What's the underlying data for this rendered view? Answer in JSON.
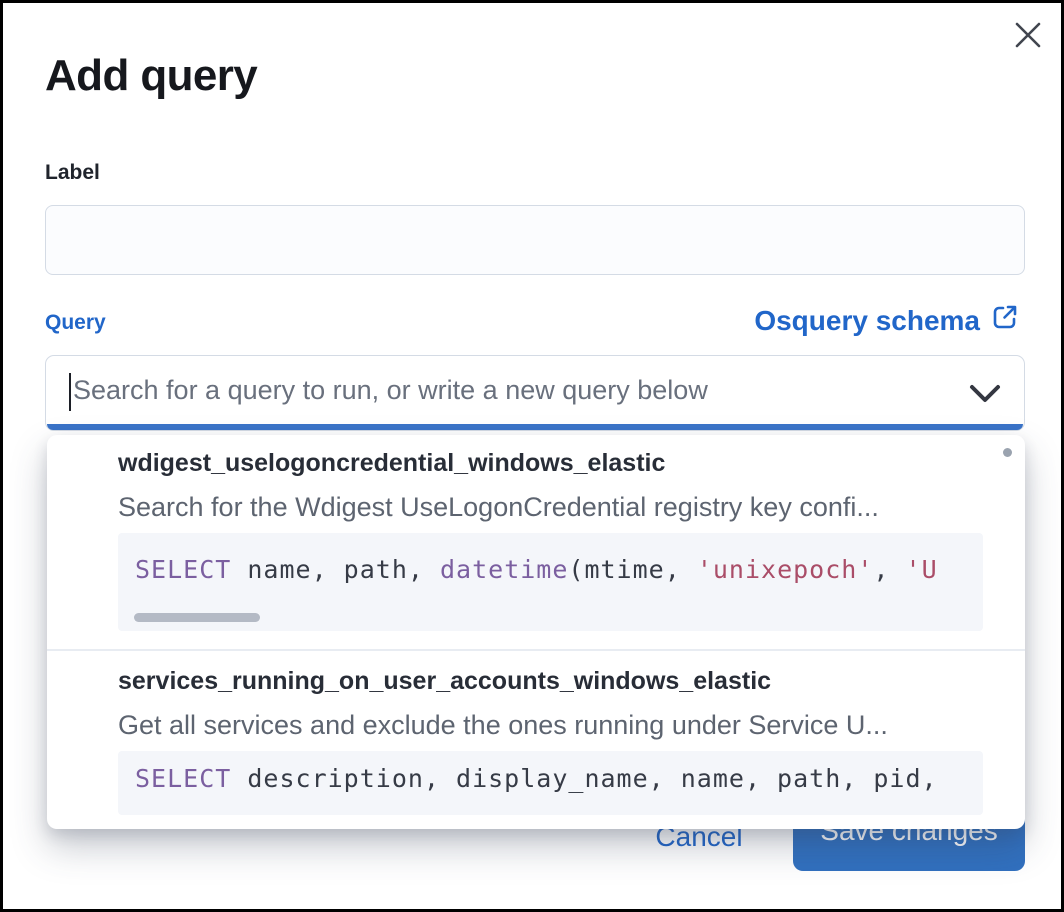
{
  "modal": {
    "title": "Add query"
  },
  "form": {
    "label_field": {
      "label": "Label",
      "value": ""
    },
    "query_field": {
      "label": "Query",
      "schema_link_label": "Osquery schema",
      "placeholder": "Search for a query to run, or write a new query below",
      "value": ""
    }
  },
  "dropdown": {
    "options": [
      {
        "title": "wdigest_uselogoncredential_windows_elastic",
        "description": "Search for the Wdigest UseLogonCredential registry key confi...",
        "code_tokens": [
          {
            "text": "SELECT",
            "type": "keyword"
          },
          {
            "text": " name, path, ",
            "type": "plain"
          },
          {
            "text": "datetime",
            "type": "keyword"
          },
          {
            "text": "(mtime, ",
            "type": "plain"
          },
          {
            "text": "'unixepoch'",
            "type": "string"
          },
          {
            "text": ", ",
            "type": "plain"
          },
          {
            "text": "'U",
            "type": "string"
          }
        ]
      },
      {
        "title": "services_running_on_user_accounts_windows_elastic",
        "description": "Get all services and exclude the ones running under Service U...",
        "code_tokens": [
          {
            "text": "SELECT",
            "type": "keyword"
          },
          {
            "text": " description, display_name, name, path, pid,",
            "type": "plain"
          }
        ]
      }
    ]
  },
  "footer": {
    "cancel_label": "Cancel",
    "save_label": "Save changes"
  },
  "icons": {
    "close": "close-icon",
    "chevron": "chevron-down-icon",
    "external_link": "external-link-icon",
    "scroll_indicator": "scroll-indicator-dot"
  },
  "colors": {
    "primary_blue": "#2166c9",
    "button_blue": "#3170bf",
    "focus_underline_blue": "#3a73c8",
    "keyword_purple": "#7b5fa0",
    "string_rose": "#aa4d68",
    "description_gray": "#5d6470",
    "code_background": "#f4f6fa",
    "input_border": "#d4dbe5"
  }
}
